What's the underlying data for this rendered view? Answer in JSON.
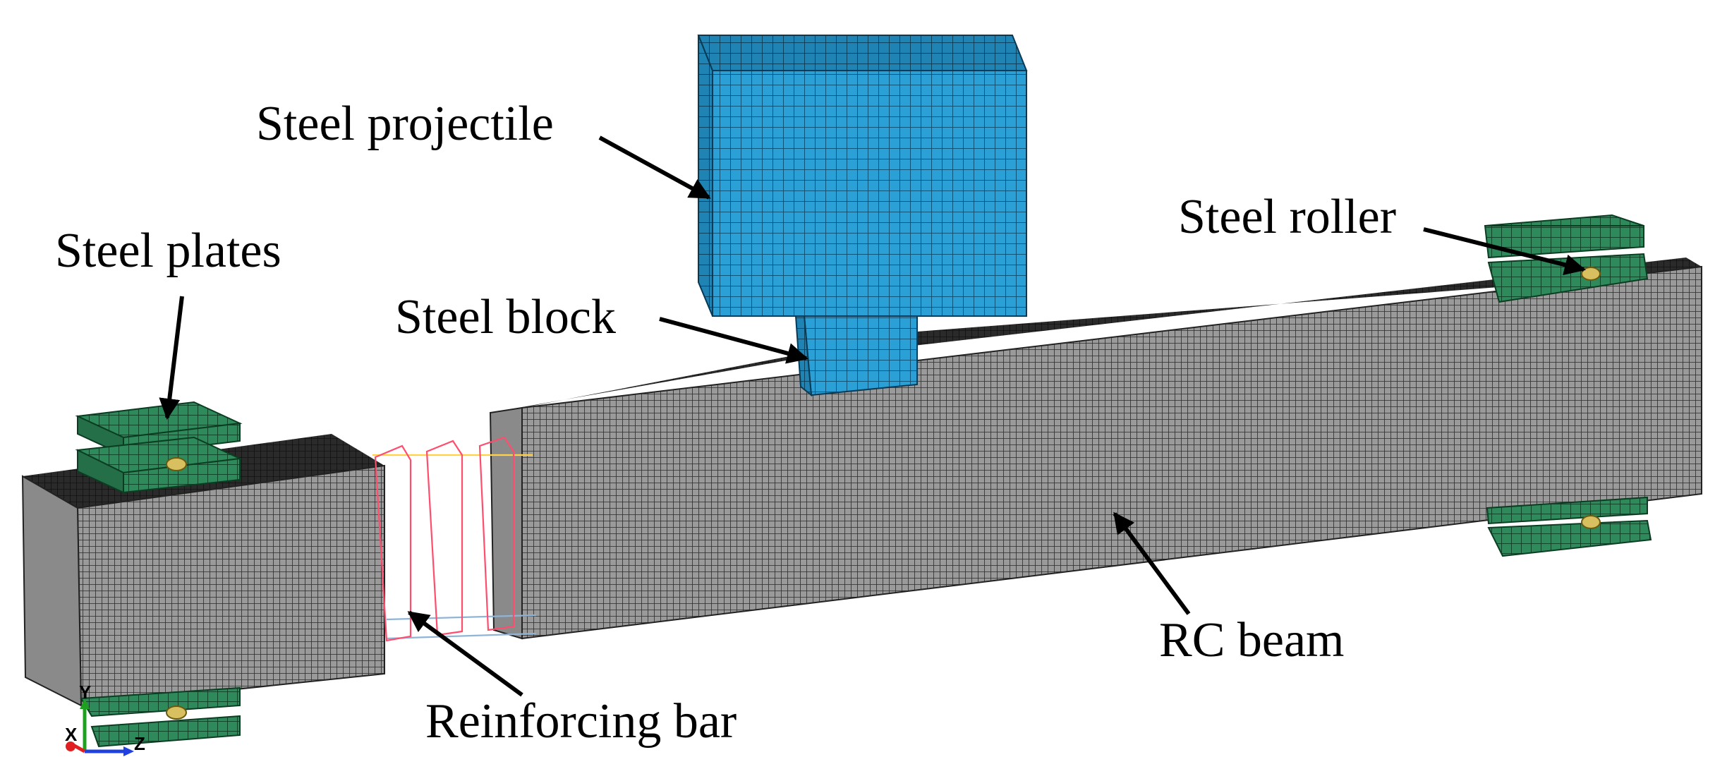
{
  "labels": {
    "steel_projectile": "Steel projectile",
    "steel_plates": "Steel plates",
    "steel_block": "Steel block",
    "steel_roller": "Steel roller",
    "rc_beam": "RC beam",
    "reinforcing_bar": "Reinforcing bar"
  },
  "axis_triad": {
    "x": "X",
    "y": "Y",
    "z": "Z"
  },
  "colors": {
    "projectile": "#2aa0d6",
    "projectile_mesh": "#0a4c70",
    "plate": "#2e8a5a",
    "plate_mesh": "#0b3d22",
    "beam": "#8f8f8f",
    "beam_mesh": "#2a2a2a",
    "beam_top": "#1c1c1c",
    "roller": "#d8c060",
    "rebar_stirrup": "#ff4d6d",
    "rebar_top": "#ffd24a",
    "rebar_bottom": "#8fb4d6",
    "axis_x": "#e02020",
    "axis_y": "#20a020",
    "axis_z": "#2040e0"
  }
}
